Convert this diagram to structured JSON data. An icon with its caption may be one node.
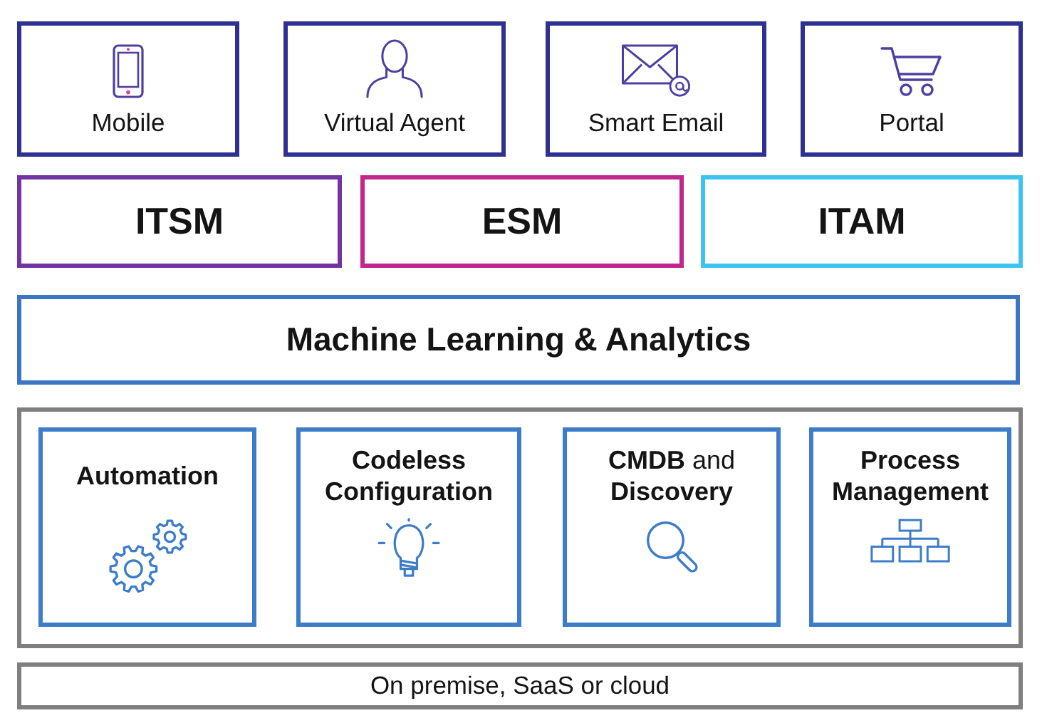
{
  "diagram": {
    "nodes": [
      {
        "text": [
          "Mobile"
        ]
      },
      {
        "text": [
          "Virtual Agent"
        ]
      },
      {
        "text": [
          "Smart Email"
        ]
      },
      {
        "text": [
          "Portal"
        ]
      },
      {
        "text": [
          "ITSM"
        ]
      },
      {
        "text": [
          "ESM"
        ]
      },
      {
        "text": [
          "ITAM"
        ]
      },
      {
        "text": [
          "Machine Learning & Analytics"
        ]
      },
      {
        "text": [],
        "shape": "box"
      },
      {
        "text": [
          "Automation"
        ],
        "in": 8
      },
      {
        "text": [
          "Codeless Configuration"
        ],
        "in": 8
      },
      {
        "text": [
          "**CMDB** and **Discovery**"
        ],
        "in": 8
      },
      {
        "text": [
          "Process Management"
        ],
        "in": 8
      },
      {
        "text": [
          "On premise, SaaS or cloud"
        ]
      }
    ]
  }
}
